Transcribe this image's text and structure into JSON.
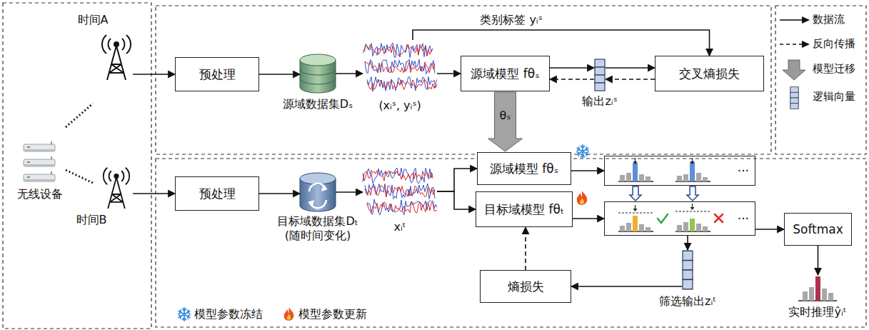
{
  "diagram": {
    "nodes": [
      {
        "text": [
          "无线设备"
        ]
      },
      {
        "text": [
          "时间A"
        ]
      },
      {
        "text": [
          "时间B"
        ]
      },
      {
        "text": [
          "预处理"
        ]
      },
      {
        "text": [
          "源域数据集Dₛ"
        ]
      },
      {
        "text": [
          "(xᵢˢ, yᵢˢ)"
        ]
      },
      {
        "text": [
          "源域模型 fθₛ"
        ]
      },
      {
        "text": [
          "输出zᵢˢ"
        ]
      },
      {
        "text": [
          "交叉熵损失"
        ]
      },
      {
        "text": [
          "预处理"
        ]
      },
      {
        "text": [
          "目标域数据集Dₜ (随时间变化)"
        ]
      },
      {
        "text": [
          "xᵢᵗ"
        ]
      },
      {
        "text": [
          "源域模型 fθₛ"
        ]
      },
      {
        "text": [
          "目标域模型 fθₜ"
        ]
      },
      {
        "text": [
          "···"
        ]
      },
      {
        "text": [
          "···"
        ]
      },
      {
        "text": [
          "筛选输出zᵢᵗ"
        ]
      },
      {
        "text": [
          "熵损失"
        ]
      },
      {
        "text": [
          "Softmax"
        ]
      },
      {
        "text": [
          "实时推理ŷᵢᵗ"
        ]
      }
    ],
    "edges": [
      {
        "from": 1,
        "to": 3,
        "arrow": "to"
      },
      {
        "from": 3,
        "to": 4,
        "arrow": "to"
      },
      {
        "from": 4,
        "to": 5,
        "arrow": "to"
      },
      {
        "from": 5,
        "to": 6,
        "arrow": "to"
      },
      {
        "from": 6,
        "to": 7,
        "arrow": "to"
      },
      {
        "from": 7,
        "to": 6,
        "arrow": "to"
      },
      {
        "from": 7,
        "to": 8,
        "arrow": "to"
      },
      {
        "from": 8,
        "to": 7,
        "arrow": "to"
      },
      {
        "from": 5,
        "to": 8,
        "arrow": "to",
        "label": "类别标签 yᵢˢ"
      },
      {
        "from": 6,
        "to": 12,
        "arrow": "to",
        "label": "θₛ"
      },
      {
        "from": 2,
        "to": 9,
        "arrow": "to"
      },
      {
        "from": 9,
        "to": 10,
        "arrow": "to"
      },
      {
        "from": 10,
        "to": 11,
        "arrow": "to"
      },
      {
        "from": 11,
        "to": 12,
        "arrow": "to"
      },
      {
        "from": 11,
        "to": 13,
        "arrow": "to"
      },
      {
        "from": 12,
        "to": 14,
        "arrow": "to"
      },
      {
        "from": 13,
        "to": 15,
        "arrow": "to"
      },
      {
        "from": 14,
        "to": 15,
        "arrow": "to"
      },
      {
        "from": 15,
        "to": 16,
        "arrow": "to"
      },
      {
        "from": 16,
        "to": 17,
        "arrow": "to"
      },
      {
        "from": 17,
        "to": 13,
        "arrow": "to"
      },
      {
        "from": 15,
        "to": 18,
        "arrow": "to"
      },
      {
        "from": 18,
        "to": 19,
        "arrow": "to"
      }
    ],
    "labels": [
      "模型参数冻结",
      "模型参数更新"
    ],
    "legend": [
      {
        "text": "数据流"
      },
      {
        "text": "反向传播"
      },
      {
        "text": "模型迁移"
      },
      {
        "text": "逻辑向量"
      }
    ]
  }
}
